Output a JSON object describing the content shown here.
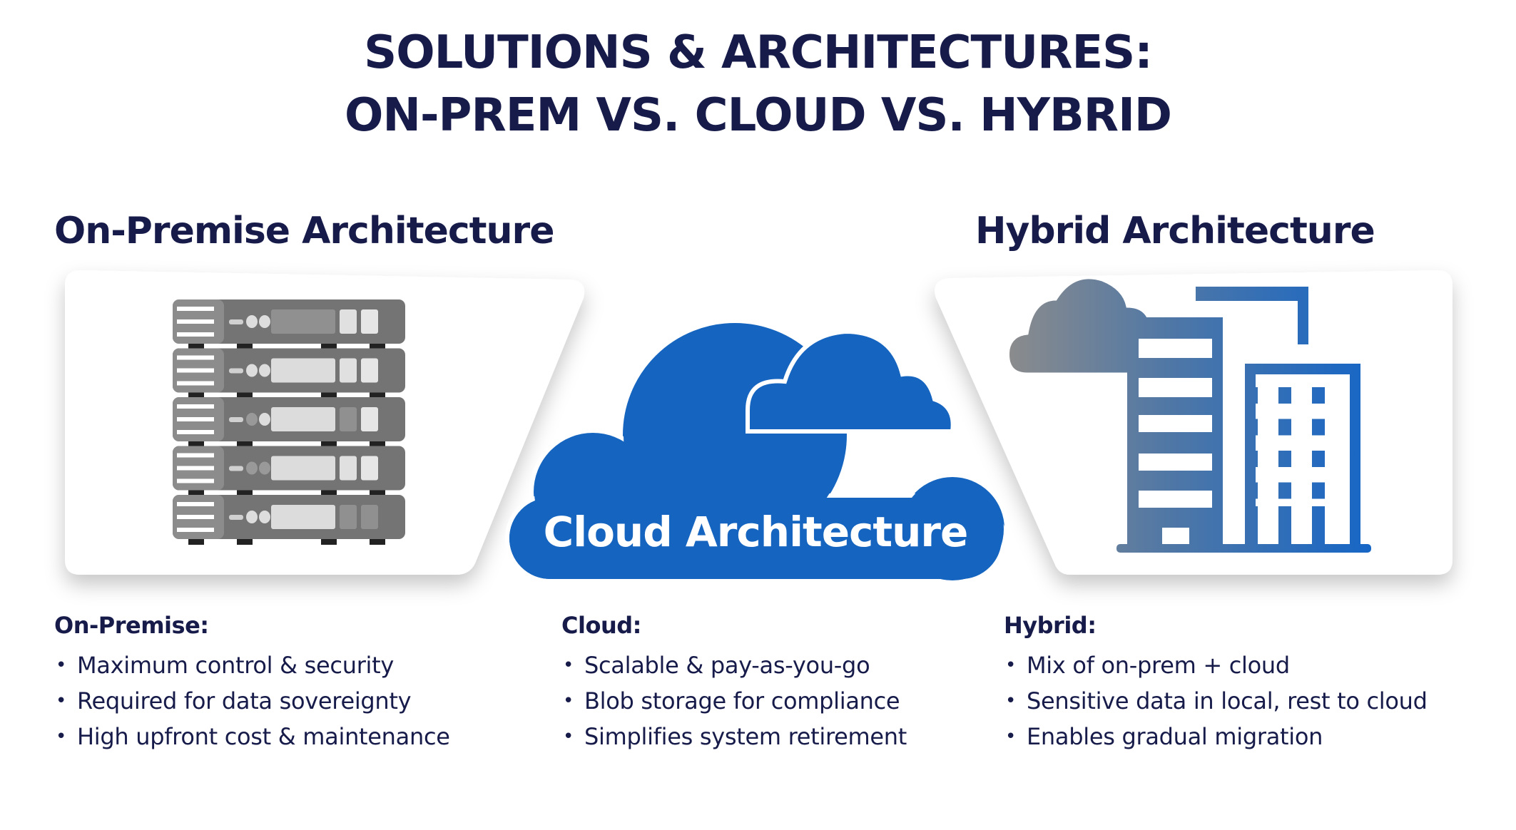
{
  "title": {
    "line1": "SOLUTIONS & ARCHITECTURES:",
    "line2": "ON-PREM VS. CLOUD VS. HYBRID"
  },
  "sections": {
    "onprem": {
      "label": "On-Premise Architecture",
      "heading": "On-Premise:",
      "bullets": [
        "Maximum control & security",
        "Required for data sovereignty",
        "High upfront cost & maintenance"
      ]
    },
    "cloud": {
      "label": "Cloud Architecture",
      "heading": "Cloud:",
      "bullets": [
        "Scalable & pay-as-you-go",
        "Blob storage for compliance",
        "Simplifies system retirement"
      ]
    },
    "hybrid": {
      "label": "Hybrid Architecture",
      "heading": "Hybrid:",
      "bullets": [
        "Mix of on-prem + cloud",
        "Sensitive data in local, rest to cloud",
        "Enables gradual migration"
      ]
    }
  },
  "icons": [
    "server-rack-icon",
    "cloud-icon",
    "hybrid-building-cloud-icon"
  ],
  "colors": {
    "title": "#161b4a",
    "cloud_blue": "#1565c0",
    "server_gray": "#747474"
  }
}
